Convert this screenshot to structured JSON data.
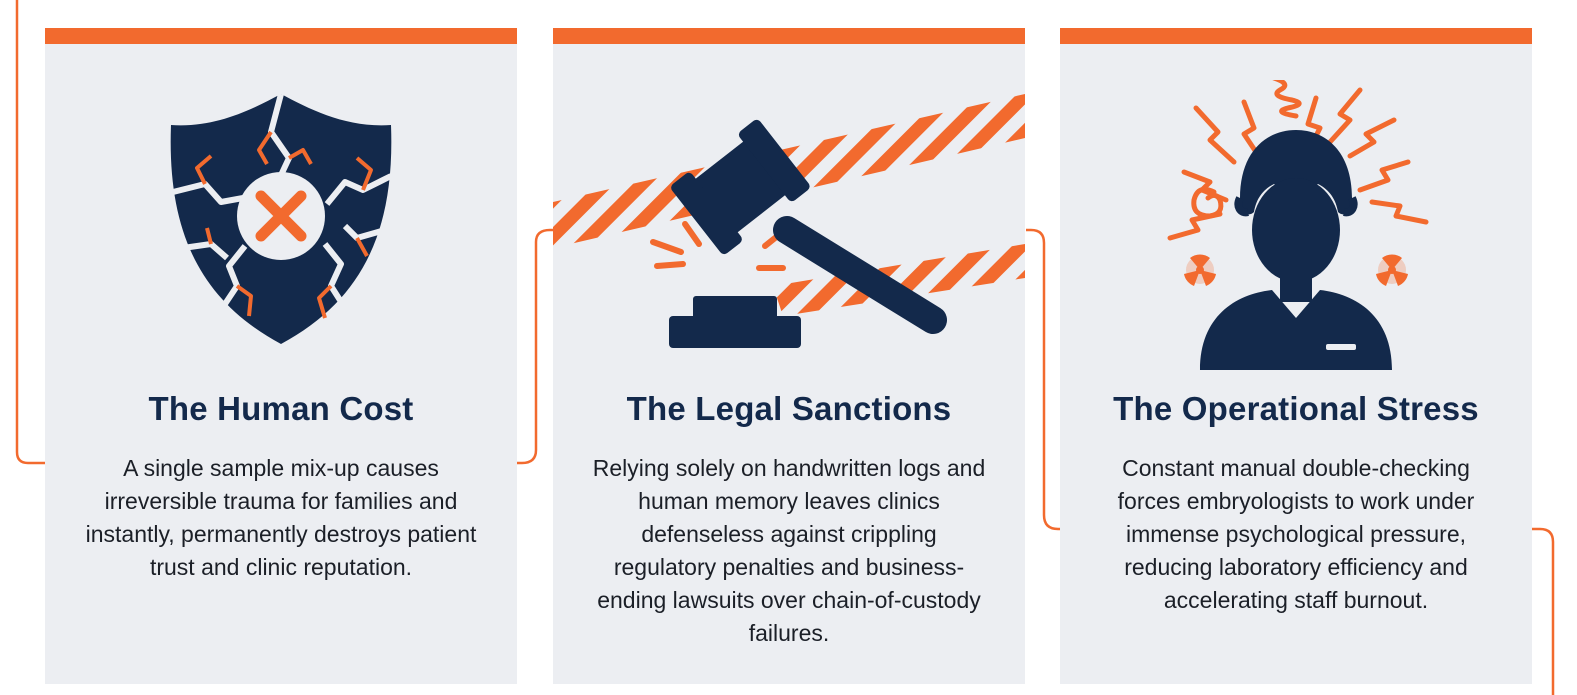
{
  "colors": {
    "accent": "#f26a2e",
    "navy": "#13294b",
    "card_background": "#eceef2"
  },
  "cards": [
    {
      "icon": "broken-shield-icon",
      "title": "The Human Cost",
      "body": "A single sample mix-up causes irreversible trauma for families and instantly, permanently destroys patient trust and clinic reputation."
    },
    {
      "icon": "gavel-warning-tape-icon",
      "title": "The Legal Sanctions",
      "body": "Relying solely on handwritten logs and human memory leaves clinics defenseless against crippling regulatory penalties and business-ending lawsuits over chain-of-custody failures."
    },
    {
      "icon": "stressed-embryologist-icon",
      "title": "The Operational Stress",
      "body": "Constant manual double-checking forces embryologists to work under immense psychological pressure, reducing laboratory efficiency and accelerating staff burnout."
    }
  ]
}
